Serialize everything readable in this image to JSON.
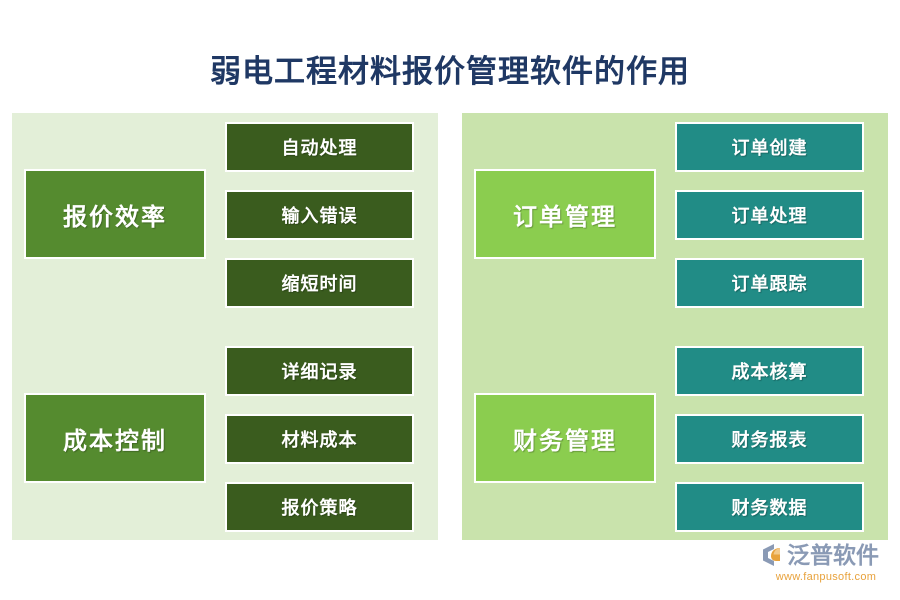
{
  "title": "弱电工程材料报价管理软件的作用",
  "title_color": "#1f3864",
  "panels": [
    {
      "id": "left",
      "background": "#e3efd8",
      "category_color": "#558b2f",
      "item_color": "#3a5c1e",
      "groups": [
        {
          "category": "报价效率",
          "items": [
            "自动处理",
            "输入错误",
            "缩短时间"
          ]
        },
        {
          "category": "成本控制",
          "items": [
            "详细记录",
            "材料成本",
            "报价策略"
          ]
        }
      ]
    },
    {
      "id": "right",
      "background": "#c9e3ac",
      "category_color": "#8bcd4f",
      "item_color": "#218c86",
      "groups": [
        {
          "category": "订单管理",
          "items": [
            "订单创建",
            "订单处理",
            "订单跟踪"
          ]
        },
        {
          "category": "财务管理",
          "items": [
            "成本核算",
            "财务报表",
            "财务数据"
          ]
        }
      ]
    }
  ],
  "logo": {
    "name": "泛普软件",
    "url": "www.fanpusoft.com",
    "name_color": "#8a9ab5",
    "url_color": "#e8a23c"
  }
}
